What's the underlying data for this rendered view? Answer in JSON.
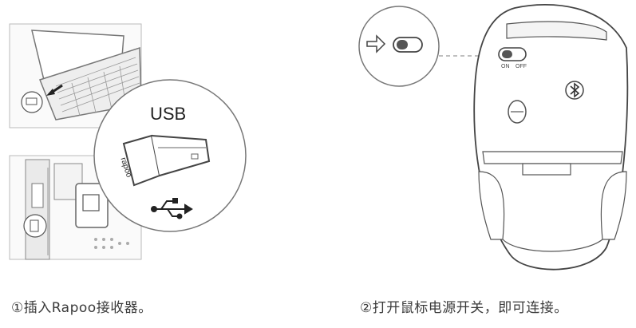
{
  "left_figure": {
    "usb_label": "USB",
    "receiver_brand": "rapoo"
  },
  "right_figure": {
    "switch_on_label": "ON",
    "switch_off_label": "OFF",
    "bluetooth_symbol": "bluetooth-icon"
  },
  "captions": {
    "step1": "①插入Rapoo接收器。",
    "step2": "②打开鼠标电源开关，即可连接。"
  }
}
